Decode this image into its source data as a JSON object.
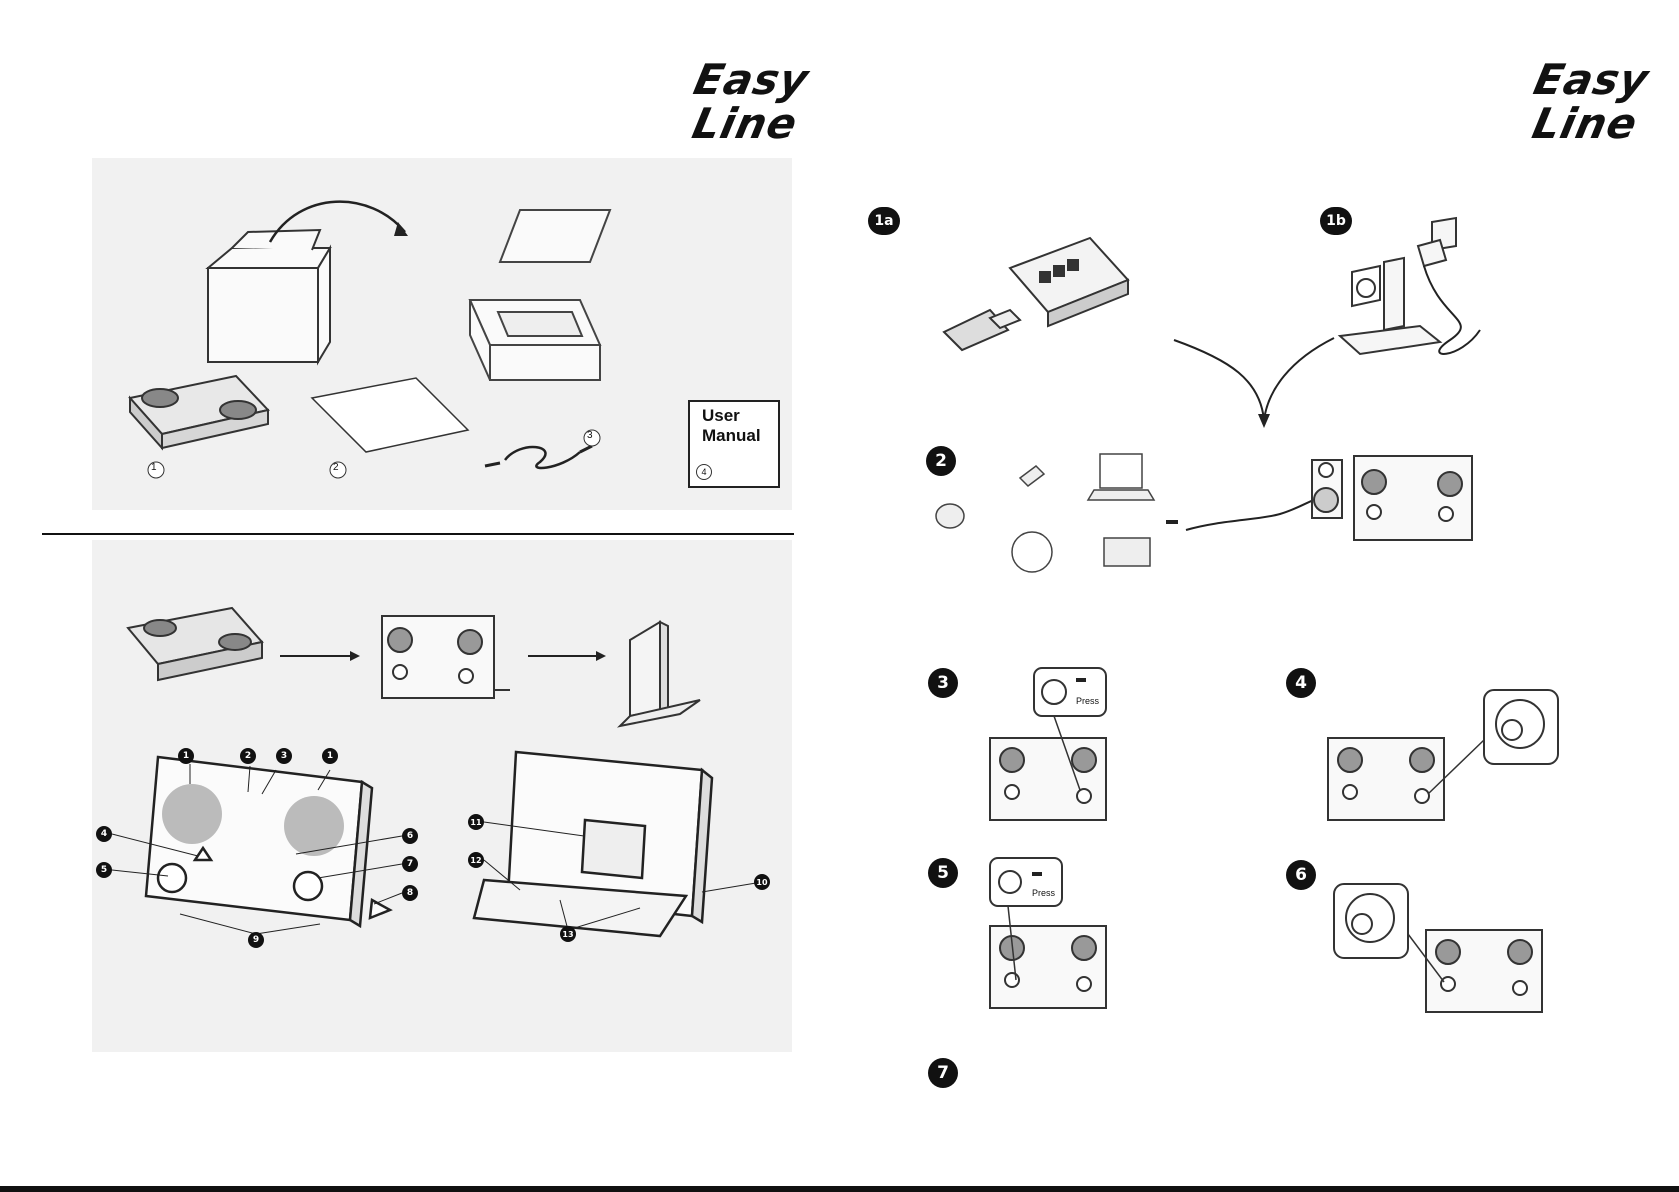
{
  "left_page": {
    "logo": {
      "line1": "Easy",
      "line2": "Line"
    },
    "manual": {
      "line1": "User",
      "line2": "Manual",
      "index": "4"
    },
    "package_items": [
      "1",
      "2",
      "3"
    ],
    "callouts": [
      "1",
      "2",
      "3",
      "1",
      "4",
      "5",
      "6",
      "7",
      "8",
      "9",
      "10",
      "11",
      "12",
      "13"
    ]
  },
  "right_page": {
    "logo": {
      "line1": "Easy",
      "line2": "Line"
    },
    "steps": {
      "s1a": "1a",
      "s1b": "1b",
      "s2": "2",
      "s3": "3",
      "s4": "4",
      "s5": "5",
      "s6": "6",
      "s7": "7"
    },
    "press_label_3": "Press",
    "press_label_5": "Press"
  }
}
